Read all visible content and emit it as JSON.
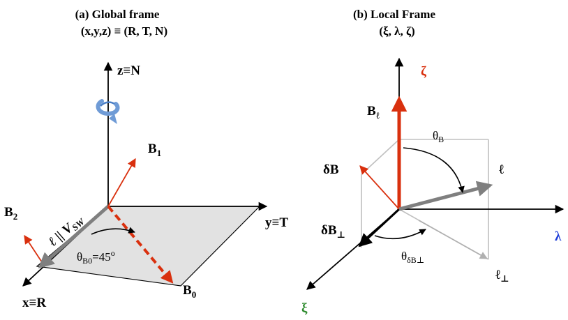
{
  "panel_a": {
    "title": "(a) Global frame",
    "subtitle": "(x,y,z) ≡ (R, T, N)",
    "z_label": "z≡N",
    "y_label": "y≡T",
    "x_label": "x≡R",
    "b1_label": "B",
    "b1_sub": "1",
    "b2_label": "B",
    "b2_sub": "2",
    "b0_label": "B",
    "b0_sub": "0",
    "ell_label": "ℓ || V",
    "ell_sub": "SW",
    "angle_symbol": "θ",
    "angle_sub": "B0",
    "angle_value": "=45",
    "angle_unit": "o",
    "rotation_icon": "curved-rotation-arrow-icon"
  },
  "panel_b": {
    "title": "(b) Local Frame",
    "subtitle": "(ξ, λ, ζ)",
    "zeta_label": "ζ",
    "lambda_label": "λ",
    "xi_label": "ξ",
    "bl_label": "B",
    "bl_sub": "ℓ",
    "thetaB_symbol": "θ",
    "thetaB_sub": "B",
    "ell_label": "ℓ",
    "dB_label": "δB",
    "dBperp_label": "δB",
    "dBperp_sub": "⊥",
    "thetadB_symbol": "θ",
    "thetadB_sub": "δB⊥",
    "ellperp_label": "ℓ",
    "ellperp_sub": "⊥"
  },
  "colors": {
    "axis": "#000000",
    "b_field": "#d9300e",
    "ell_vector": "#7f7f7f",
    "plane_fill": "#e2e2e2",
    "construction": "#c0c0c0",
    "rotation": "#6f9bd6",
    "zeta_label": "#d9300e",
    "lambda_label": "#1f3ed8",
    "xi_label": "#2e8b2e"
  }
}
